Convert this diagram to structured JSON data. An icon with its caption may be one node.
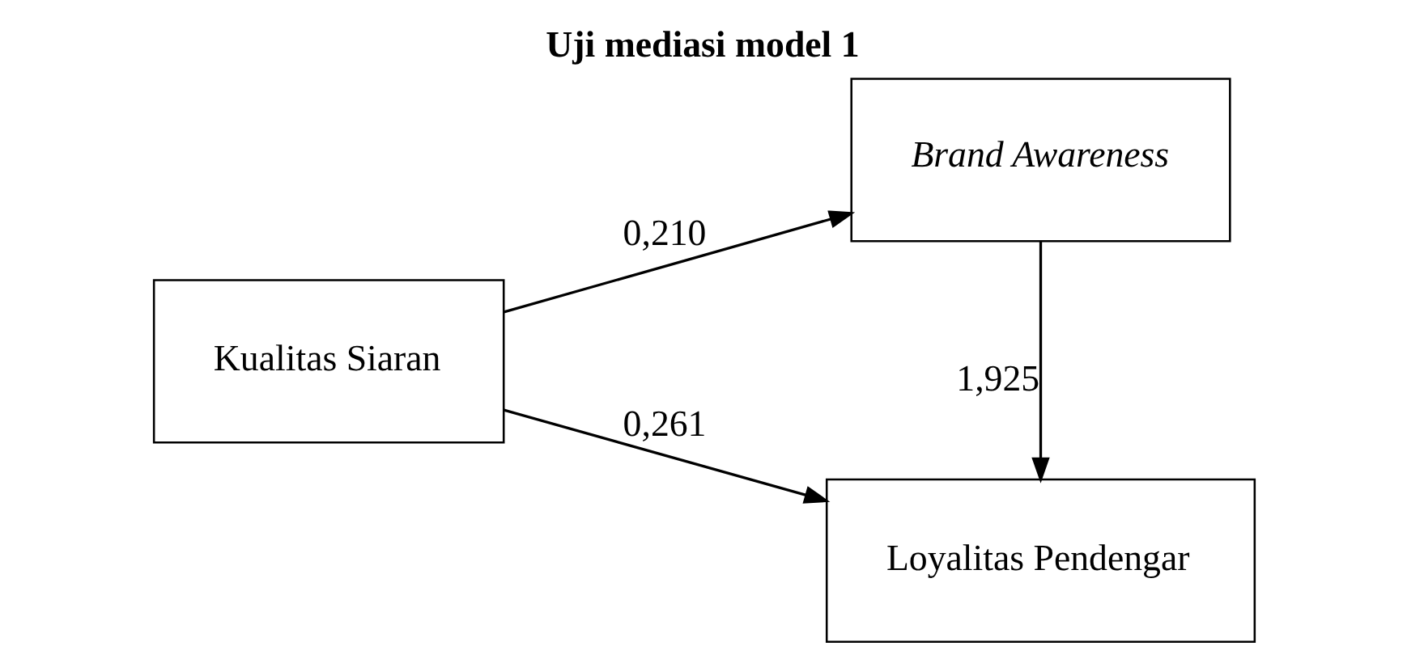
{
  "diagram": {
    "title": "Uji mediasi model 1",
    "nodes": [
      {
        "text": [
          "Kualitas Siaran"
        ]
      },
      {
        "text": [
          "Brand Awareness"
        ]
      },
      {
        "text": [
          "Loyalitas Pendengar"
        ]
      }
    ],
    "edges": [
      {
        "from": 0,
        "to": 1,
        "arrow": "to",
        "label": "0,210"
      },
      {
        "from": 0,
        "to": 2,
        "arrow": "to",
        "label": "0,261"
      },
      {
        "from": 1,
        "to": 2,
        "arrow": "to",
        "label": "1,925"
      }
    ]
  }
}
